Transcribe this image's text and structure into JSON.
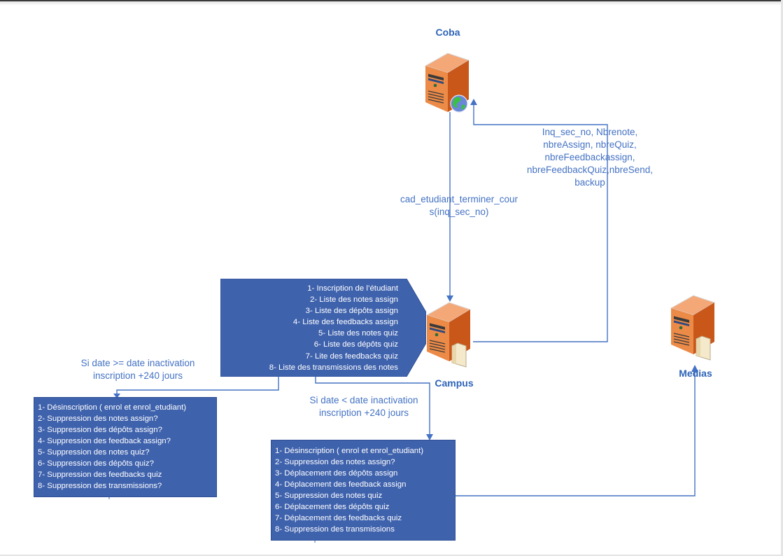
{
  "nodes": {
    "coba": {
      "label": "Coba",
      "icon": "web-server-icon"
    },
    "campus": {
      "label": "Campus",
      "icon": "file-server-icon"
    },
    "medias": {
      "label": "Medias",
      "icon": "file-server-icon"
    }
  },
  "edges": {
    "coba_to_campus": {
      "label": "cad_etudiant_terminer_cour\ns(inq_sec_no)"
    },
    "campus_to_coba": {
      "label": "Inq_sec_no, Nbrenote,\nnbreAssign, nbreQuiz,\nnbreFeedbackassign,\nnbreFeedbackQuiz,nbreSend,\nbackup"
    },
    "branch_ge": {
      "label": "Si date >= date inactivation\ninscription +240 jours"
    },
    "branch_lt": {
      "label": "Si date < date inactivation\ninscription +240 jours"
    }
  },
  "campus_banner": {
    "items": [
      "1- Inscription de l’étudiant",
      "2- Liste des notes assign",
      "3- Liste des dépôts assign",
      "4- Liste des feedbacks assign",
      "5- Liste des notes quiz",
      "6- Liste des dépôts quiz",
      "7- Lite des feedbacks quiz",
      "8- Liste des transmissions des notes"
    ]
  },
  "box_ge": {
    "items": [
      "1- Désinscription ( enrol et enrol_etudiant)",
      "2- Suppression des notes assign?",
      "3- Suppression des dépôts assign?",
      "4- Suppression des feedback assign?",
      "5- Suppression des notes quiz?",
      "6- Suppression des dépôts quiz?",
      "7- Suppression des feedbacks quiz",
      "8- Suppression des transmissions?"
    ]
  },
  "box_lt": {
    "items": [
      "1- Désinscription ( enrol et enrol_etudiant)",
      "2- Suppression des notes assign?",
      "3- Déplacement des dépôts assign",
      "4- Déplacement des feedback assign",
      "5- Suppression des notes quiz",
      "6- Déplacement des dépôts quiz",
      "7- Déplacement des feedbacks quiz",
      "8- Suppression des transmissions"
    ]
  },
  "colors": {
    "accent": "#4472c4",
    "box_fill": "#3f62ad",
    "server_orange": "#e07b39"
  }
}
